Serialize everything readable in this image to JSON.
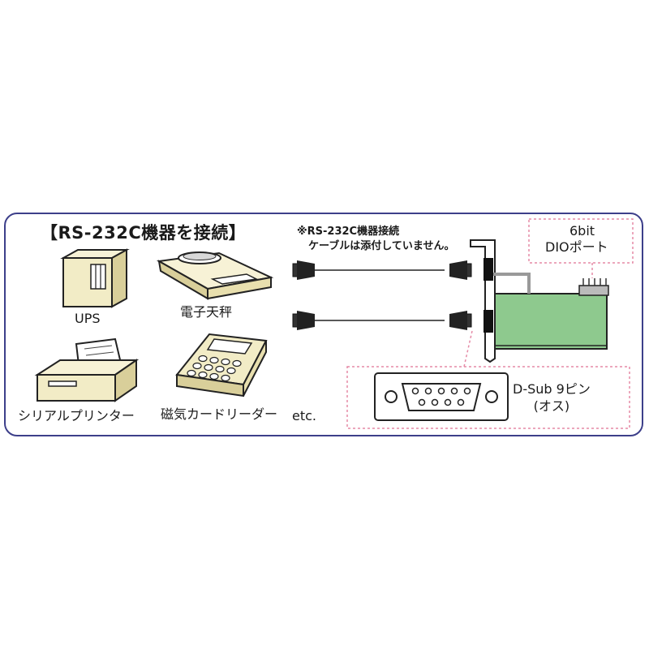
{
  "title": "【RS-232C機器を接続】",
  "cable_note": {
    "line1": "※RS-232C機器接続",
    "line2": "ケーブルは添付していません。"
  },
  "dio": {
    "line1": "6bit",
    "line2": "DIOポート"
  },
  "dsub": {
    "line1": "D-Sub 9ピン",
    "line2": "(オス)"
  },
  "devices": {
    "ups": "UPS",
    "scale": "電子天秤",
    "printer": "シリアルプリンター",
    "card_reader": "磁気カードリーダー",
    "etc": "etc."
  },
  "colors": {
    "border": "#3d3f8a",
    "device_fill": "#f2ecc6",
    "board_green": "#8ec98e",
    "dashed_pink": "#e58aa6"
  }
}
